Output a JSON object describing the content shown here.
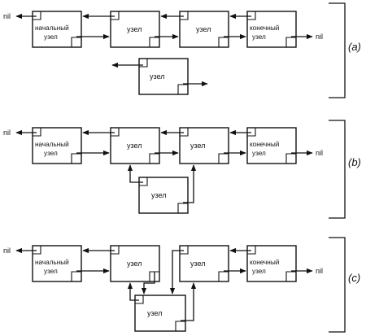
{
  "labels": {
    "nil": "nil",
    "start_line1": "начальный",
    "start_line2": "узел",
    "node": "узел",
    "end_line1": "конечный",
    "end_line2": "узел"
  },
  "parts": {
    "a": "(a)",
    "b": "(b)",
    "c": "(c)"
  }
}
